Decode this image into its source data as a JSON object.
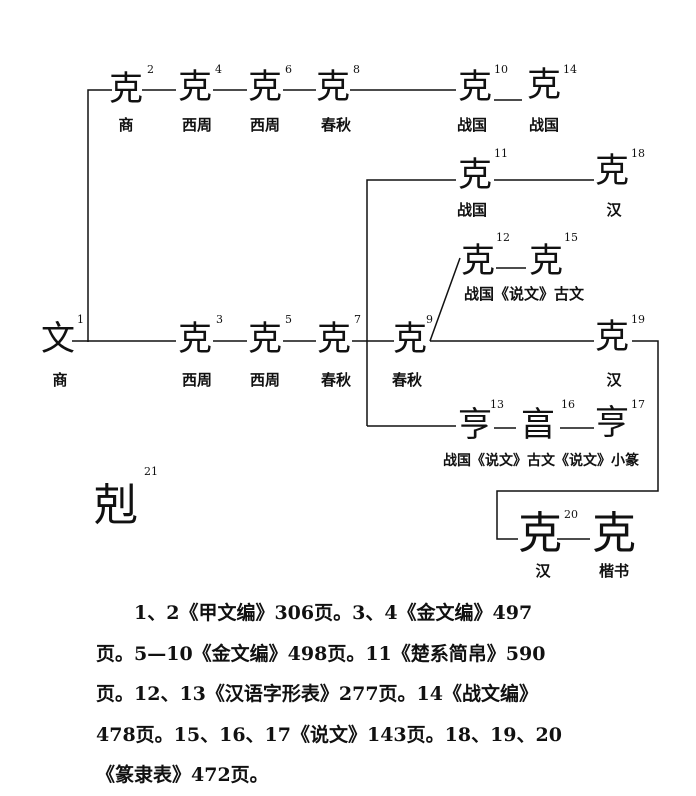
{
  "diagram": {
    "nodes": [
      {
        "id": "1",
        "glyph": "文",
        "label": "商",
        "number": "1"
      },
      {
        "id": "2",
        "glyph": "克",
        "label": "商",
        "number": "2"
      },
      {
        "id": "4",
        "glyph": "克",
        "label": "西周",
        "number": "4"
      },
      {
        "id": "6",
        "glyph": "克",
        "label": "西周",
        "number": "6"
      },
      {
        "id": "8",
        "glyph": "克",
        "label": "春秋",
        "number": "8"
      },
      {
        "id": "10",
        "glyph": "克",
        "label": "战国",
        "number": "10"
      },
      {
        "id": "14",
        "glyph": "克",
        "label": "战国",
        "number": "14"
      },
      {
        "id": "11",
        "glyph": "克",
        "label": "战国",
        "number": "11"
      },
      {
        "id": "18",
        "glyph": "克",
        "label": "汉",
        "number": "18"
      },
      {
        "id": "12",
        "glyph": "克",
        "label": "",
        "number": "12"
      },
      {
        "id": "15",
        "glyph": "克",
        "label": "",
        "number": "15"
      },
      {
        "id": "3",
        "glyph": "克",
        "label": "西周",
        "number": "3"
      },
      {
        "id": "5",
        "glyph": "克",
        "label": "西周",
        "number": "5"
      },
      {
        "id": "7",
        "glyph": "克",
        "label": "春秋",
        "number": "7"
      },
      {
        "id": "9",
        "glyph": "克",
        "label": "春秋",
        "number": "9"
      },
      {
        "id": "19",
        "glyph": "克",
        "label": "汉",
        "number": "19"
      },
      {
        "id": "13",
        "glyph": "亨",
        "label": "",
        "number": "13"
      },
      {
        "id": "16",
        "glyph": "亯",
        "label": "",
        "number": "16"
      },
      {
        "id": "17",
        "glyph": "亨",
        "label": "",
        "number": "17"
      },
      {
        "id": "20",
        "glyph": "克",
        "label": "汉",
        "number": "20"
      },
      {
        "id": "22",
        "glyph": "克",
        "label": "楷书",
        "number": ""
      },
      {
        "id": "21",
        "glyph": "剋",
        "label": "",
        "number": "21"
      }
    ],
    "group_labels": {
      "row12_15": "战国《说文》古文",
      "row13_17": "战国《说文》古文《说文》小篆"
    }
  },
  "references": {
    "lines": [
      "1、2《甲文编》306页。3、4《金文编》497",
      "页。5—10《金文编》498页。11《楚系简帛》590",
      "页。12、13《汉语字形表》277页。14《战文编》",
      "478页。15、16、17《说文》143页。18、19、20",
      "《篆隶表》472页。"
    ]
  }
}
